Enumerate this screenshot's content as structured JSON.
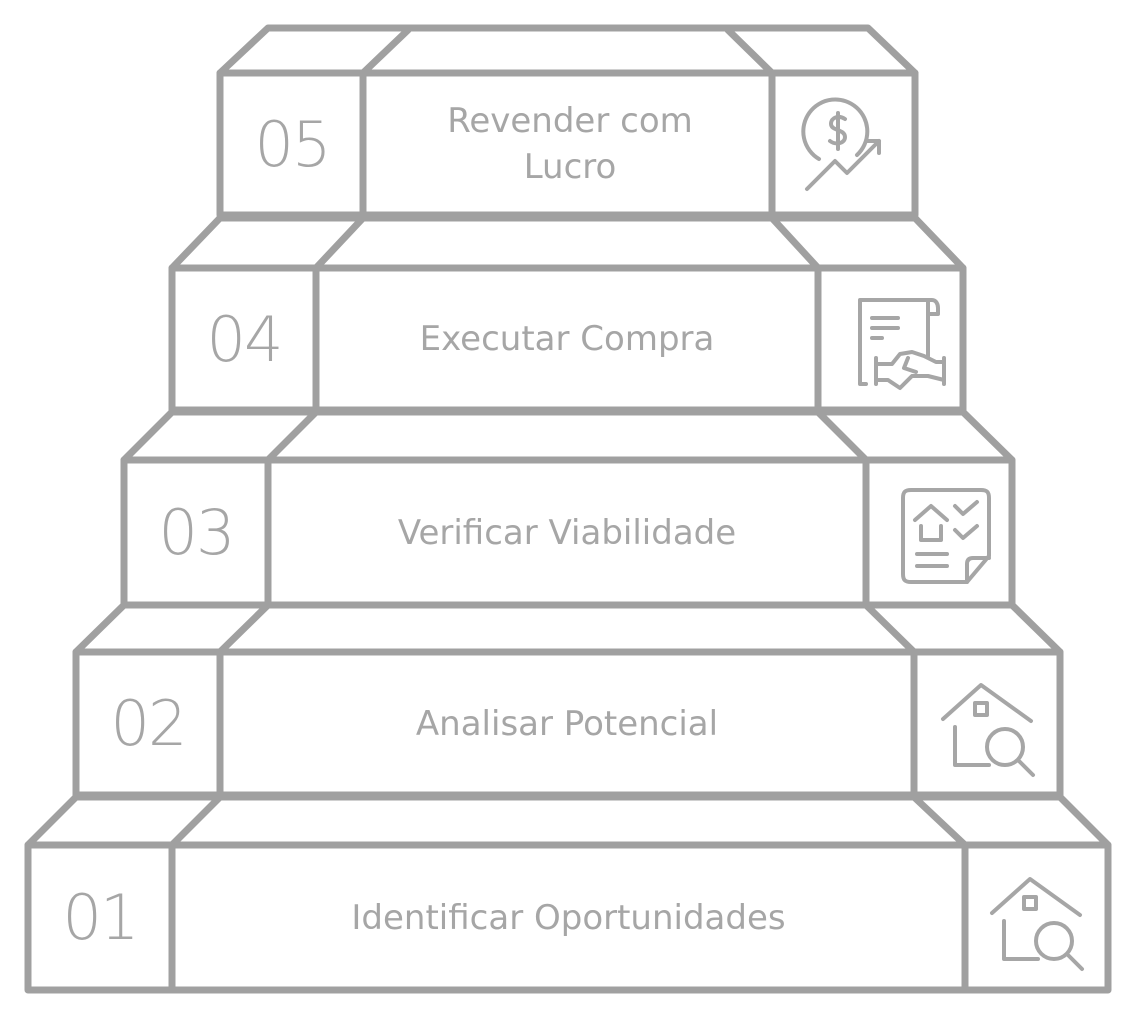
{
  "diagram": {
    "type": "staircase",
    "stroke_color": "#a0a0a0",
    "text_color": "#a6a6a6",
    "steps": [
      {
        "number": "01",
        "label": "Identificar Oportunidades",
        "icon": "house-search-icon"
      },
      {
        "number": "02",
        "label": "Analisar Potencial",
        "icon": "house-search-icon"
      },
      {
        "number": "03",
        "label": "Verificar Viabilidade",
        "icon": "house-checklist-icon"
      },
      {
        "number": "04",
        "label": "Executar Compra",
        "icon": "contract-handshake-icon"
      },
      {
        "number": "05",
        "label": "Revender com Lucro",
        "icon": "dollar-growth-icon"
      }
    ]
  }
}
